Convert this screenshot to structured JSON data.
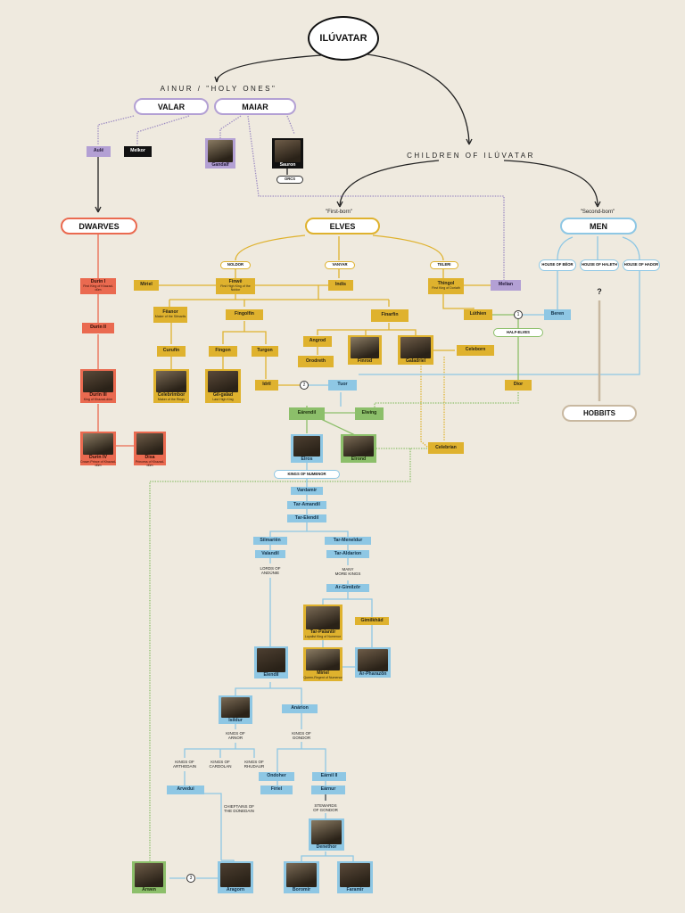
{
  "root": "ILÚVATAR",
  "ainur_label": "AINUR / \"HOLY ONES\"",
  "children_label": "CHILDREN OF ILÚVATAR",
  "valar": "VALAR",
  "maiar": "MAIAR",
  "dwarves": "DWARVES",
  "elves": "ELVES",
  "elves_note": "\"First-born\"",
  "men": "MEN",
  "men_note": "\"Second-born\"",
  "hobbits": "HOBBITS",
  "unknown_mark": "?",
  "houses": {
    "noldor": "NOLDOR",
    "vanyar": "VANYAR",
    "teleri": "TELERI",
    "beor": "HOUSE OF BËOR",
    "haleth": "HOUSE OF HALETH",
    "hador": "HOUSE OF HADOR",
    "half_elves": "HALF-ELVES",
    "numenor": "KINGS OF NUMENOR"
  },
  "nodes": {
    "aule": {
      "name": "Aulë"
    },
    "melkor": {
      "name": "Melkor"
    },
    "gandalf": {
      "name": "Gandalf"
    },
    "sauron": {
      "name": "Sauron"
    },
    "orcs": {
      "name": "ORCS"
    },
    "durin1": {
      "name": "Durin I",
      "sub": "First King of Khazad-dûm"
    },
    "durin2": {
      "name": "Durin II"
    },
    "durin3": {
      "name": "Durin III",
      "sub": "King of Khazad-dûm"
    },
    "durin4": {
      "name": "Durin IV",
      "sub": "Crown Prince of Khazad-dûm"
    },
    "disa": {
      "name": "Disa",
      "sub": "Princess of Khazad-dûm"
    },
    "miriel": {
      "name": "Míriel"
    },
    "finwe": {
      "name": "Finwë",
      "sub": "First High King of the Noldor"
    },
    "indis": {
      "name": "Indis"
    },
    "thingol": {
      "name": "Thingol",
      "sub": "First King of Doriath"
    },
    "melian": {
      "name": "Melian"
    },
    "feanor": {
      "name": "Fëanor",
      "sub": "Maker of the Silmarils"
    },
    "fingolfin": {
      "name": "Fingolfin"
    },
    "finarfin": {
      "name": "Finarfin"
    },
    "curufin": {
      "name": "Curufin"
    },
    "fingon": {
      "name": "Fingon"
    },
    "turgon": {
      "name": "Turgon"
    },
    "angrod": {
      "name": "Angrod"
    },
    "orodreth": {
      "name": "Orodreth"
    },
    "finrod": {
      "name": "Finrod"
    },
    "galadriel": {
      "name": "Galadriel"
    },
    "celeborn": {
      "name": "Celeborn"
    },
    "celebrimbor": {
      "name": "Celebrimbor",
      "sub": "Maker of the Rings"
    },
    "gilgalad": {
      "name": "Gil-galad",
      "sub": "Last High King"
    },
    "idril": {
      "name": "Idril"
    },
    "tuor": {
      "name": "Tuor"
    },
    "luthien": {
      "name": "Lúthien"
    },
    "beren": {
      "name": "Beren"
    },
    "dior": {
      "name": "Dior"
    },
    "earendil": {
      "name": "Eärendil"
    },
    "elwing": {
      "name": "Elwing"
    },
    "elros": {
      "name": "Elros"
    },
    "elrond": {
      "name": "Elrond"
    },
    "celebrian": {
      "name": "Celebrían"
    },
    "vardamir": {
      "name": "Vardamir"
    },
    "taramandil": {
      "name": "Tar-Amandil"
    },
    "tarelendil": {
      "name": "Tar-Elendil"
    },
    "silmarien": {
      "name": "Silmariën"
    },
    "tarmeneldur": {
      "name": "Tar-Meneldur"
    },
    "valandil": {
      "name": "Valandil"
    },
    "taraldarion": {
      "name": "Tar-Aldarion"
    },
    "argimilzor": {
      "name": "Ar-Gimilzôr"
    },
    "tarpalantir": {
      "name": "Tar-Palantír",
      "sub": "Loyalist King of Numenor"
    },
    "gimilkhad": {
      "name": "Gimilkhâd"
    },
    "miriel2": {
      "name": "Míriel",
      "sub": "Queen-Regent of Numenor"
    },
    "arpharazon": {
      "name": "Ar-Pharazôn"
    },
    "elendil": {
      "name": "Elendil"
    },
    "isildur": {
      "name": "Isildur"
    },
    "anarion": {
      "name": "Anárion"
    },
    "ondoher": {
      "name": "Ondoher"
    },
    "earnil2": {
      "name": "Eärnil II"
    },
    "arvedui": {
      "name": "Arvedui"
    },
    "firiel": {
      "name": "Fíriel"
    },
    "earnur": {
      "name": "Eärnur"
    },
    "denethor": {
      "name": "Denethor"
    },
    "arwen": {
      "name": "Arwen"
    },
    "aragorn": {
      "name": "Aragorn"
    },
    "boromir": {
      "name": "Boromir"
    },
    "faramir": {
      "name": "Faramir"
    }
  },
  "texts": {
    "lords": "LORDS OF\nANDÚNIE",
    "many": "MANY\nMORE KINGS",
    "arnor": "KINGS OF\nARNOR",
    "gondor": "KINGS OF\nGONDOR",
    "arthedain": "KINGS OF\nARTHEDAIN",
    "cardolan": "KINGS OF\nCARDOLAN",
    "rhudaur": "KINGS OF\nRHUDAUR",
    "chieftains": "CHIEFTAINS OF\nTHE DÚNEDAIN",
    "stewards": "STEWARDS\nOF GONDOR"
  },
  "markers": {
    "m1": "1",
    "m2": "2",
    "m3": "3"
  },
  "colors": {
    "elves": "#dfb22e",
    "men": "#8ec7e4",
    "dwarves": "#ea6a50",
    "half_elves": "#8cbf6a",
    "valar": "#b3a0d4",
    "hobbits": "#c8b8a0",
    "background": "#efeadf"
  }
}
